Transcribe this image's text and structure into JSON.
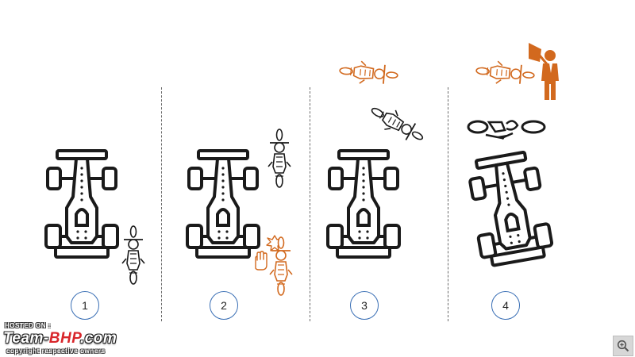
{
  "panels": [
    {
      "number": "1"
    },
    {
      "number": "2"
    },
    {
      "number": "3"
    },
    {
      "number": "4"
    }
  ],
  "colors": {
    "outline": "#1a1a1a",
    "accent": "#d2691e",
    "circle_border": "#3a6fb5",
    "divider": "#6b6b6b"
  },
  "icons": {
    "car": "f1-car-top-view-icon",
    "bike": "motorcycle-top-view-icon",
    "marshal": "marshal-with-flag-icon",
    "stop_hand": "stop-hand-icon",
    "crash": "crash-burst-icon",
    "zoom": "zoom-in-icon"
  },
  "watermark": {
    "hosted": "HOSTED ON :",
    "logo_main": "Team-",
    "logo_accent": "BHP",
    "logo_tail": ".com",
    "copyright": "copyright respective owners"
  }
}
